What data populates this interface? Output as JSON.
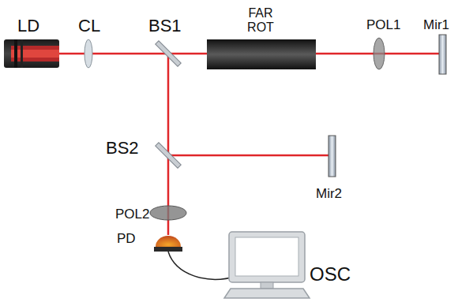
{
  "diagram": {
    "labels": [
      "LD",
      "CL",
      "BS1",
      "FAR ROT",
      "POL1",
      "Mir1",
      "BS2",
      "Mir2",
      "POL2",
      "PD",
      "OSC"
    ]
  }
}
